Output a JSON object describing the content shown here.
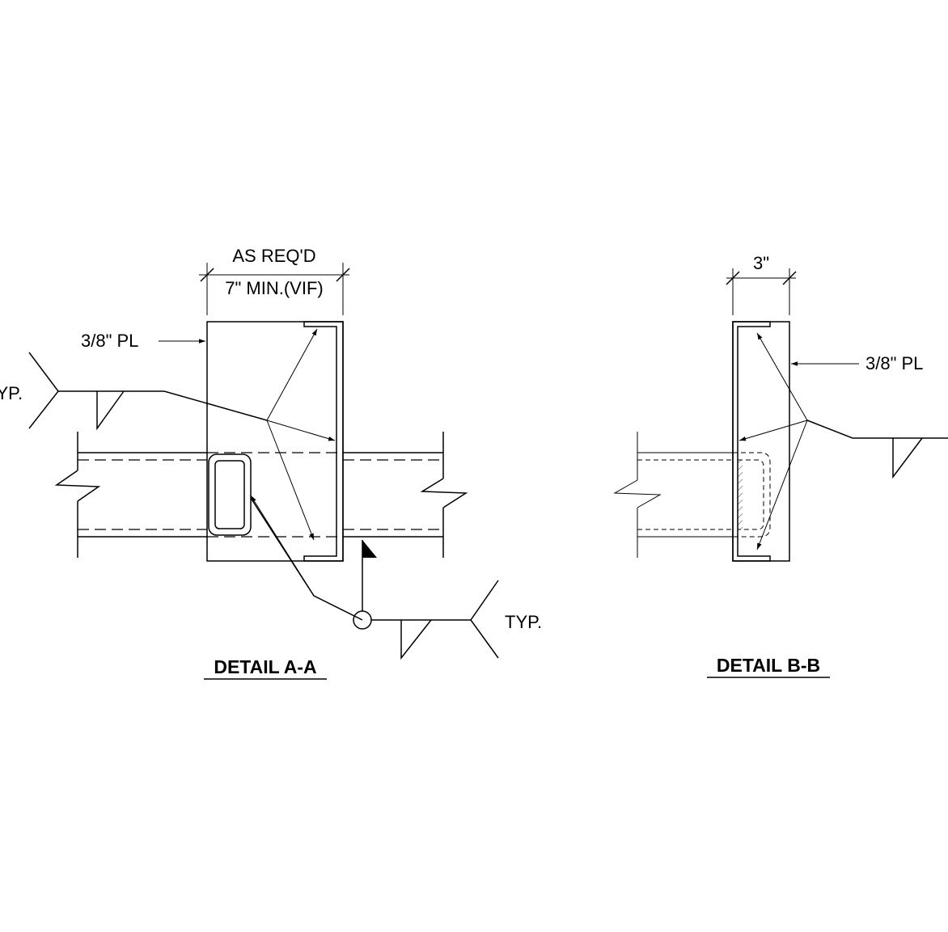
{
  "detail_a": {
    "title": "DETAIL A-A",
    "dim_top": "AS REQ'D",
    "dim_bottom": "7\" MIN.(VIF)",
    "plate_label": "3/8\" PL",
    "weld_left_label": "TYP.",
    "weld_right_label": "TYP."
  },
  "detail_b": {
    "title": "DETAIL B-B",
    "dim": "3\"",
    "plate_label": "3/8\" PL"
  }
}
